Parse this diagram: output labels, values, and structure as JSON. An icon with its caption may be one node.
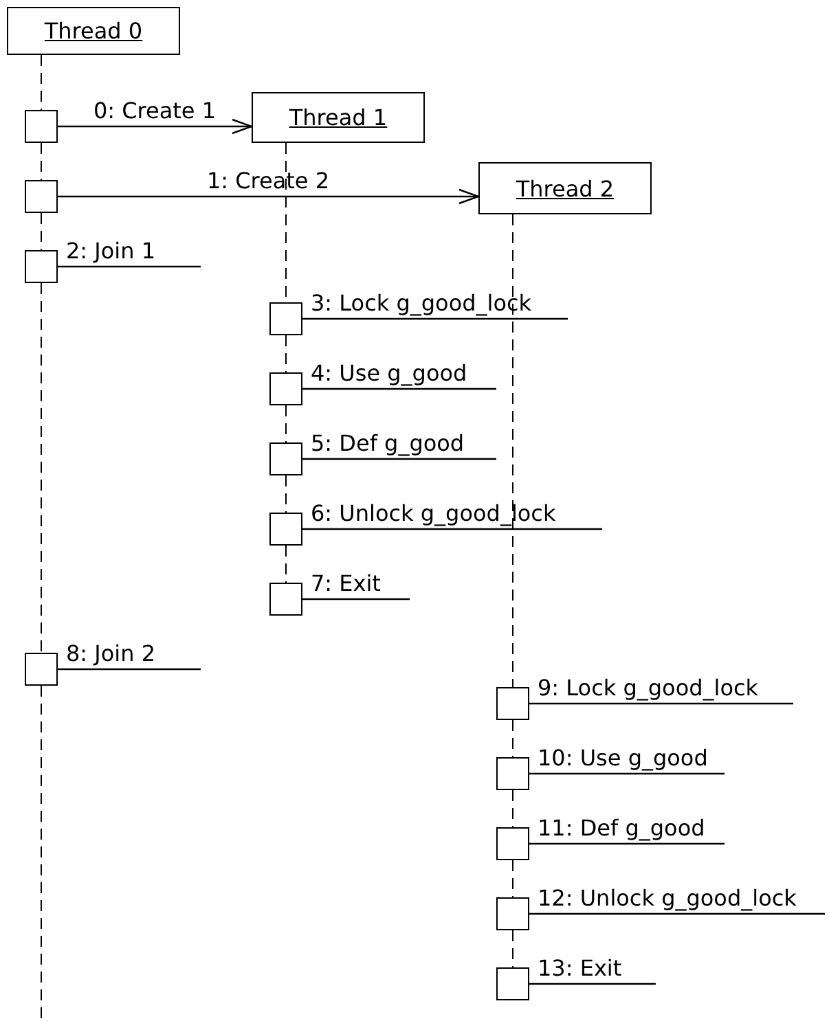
{
  "diagram": {
    "nodes": [
      {
        "text": [
          "Thread 0"
        ]
      },
      {
        "text": [],
        "shape": "box"
      },
      {
        "text": [
          "Thread 1"
        ]
      },
      {
        "text": [],
        "shape": "box"
      },
      {
        "text": [
          "Thread 2"
        ]
      },
      {
        "text": [],
        "shape": "box"
      },
      {
        "text": [],
        "shape": "box"
      },
      {
        "text": [],
        "shape": "box"
      },
      {
        "text": [],
        "shape": "box"
      },
      {
        "text": [],
        "shape": "box"
      },
      {
        "text": [],
        "shape": "box"
      },
      {
        "text": [],
        "shape": "box"
      },
      {
        "text": [],
        "shape": "box"
      },
      {
        "text": [],
        "shape": "box"
      },
      {
        "text": [],
        "shape": "box"
      },
      {
        "text": [],
        "shape": "box"
      },
      {
        "text": [],
        "shape": "box"
      }
    ],
    "edges": [
      {
        "from": 1,
        "to": 2,
        "arrow": "to",
        "label": "0: Create 1"
      },
      {
        "from": 3,
        "to": 4,
        "arrow": "to",
        "label": "1: Create 2"
      },
      {
        "from": 5,
        "to": null,
        "arrow": "none",
        "label": "2: Join 1"
      },
      {
        "from": 6,
        "to": null,
        "arrow": "none",
        "label": "3: Lock g_good_lock"
      },
      {
        "from": 7,
        "to": null,
        "arrow": "none",
        "label": "4: Use g_good"
      },
      {
        "from": 8,
        "to": null,
        "arrow": "none",
        "label": "5: Def g_good"
      },
      {
        "from": 9,
        "to": null,
        "arrow": "none",
        "label": "6: Unlock g_good_lock"
      },
      {
        "from": 10,
        "to": null,
        "arrow": "none",
        "label": "7: Exit"
      },
      {
        "from": 11,
        "to": null,
        "arrow": "none",
        "label": "8: Join 2"
      },
      {
        "from": 12,
        "to": null,
        "arrow": "none",
        "label": "9: Lock g_good_lock"
      },
      {
        "from": 13,
        "to": null,
        "arrow": "none",
        "label": "10: Use g_good"
      },
      {
        "from": 14,
        "to": null,
        "arrow": "none",
        "label": "11: Def g_good"
      },
      {
        "from": 15,
        "to": null,
        "arrow": "none",
        "label": "12: Unlock g_good_lock"
      },
      {
        "from": 16,
        "to": null,
        "arrow": "none",
        "label": "13: Exit"
      },
      {
        "from": 0,
        "to": 1,
        "arrow": "none",
        "style": "dashed"
      },
      {
        "from": 1,
        "to": 3,
        "arrow": "none",
        "style": "dashed"
      },
      {
        "from": 3,
        "to": 5,
        "arrow": "none",
        "style": "dashed"
      },
      {
        "from": 5,
        "to": 11,
        "arrow": "none",
        "style": "dashed"
      },
      {
        "from": 11,
        "to": null,
        "arrow": "none",
        "style": "dashed"
      },
      {
        "from": 2,
        "to": 6,
        "arrow": "none",
        "style": "dashed"
      },
      {
        "from": 6,
        "to": 7,
        "arrow": "none",
        "style": "dashed"
      },
      {
        "from": 7,
        "to": 8,
        "arrow": "none",
        "style": "dashed"
      },
      {
        "from": 8,
        "to": 9,
        "arrow": "none",
        "style": "dashed"
      },
      {
        "from": 9,
        "to": 10,
        "arrow": "none",
        "style": "dashed"
      },
      {
        "from": 4,
        "to": 12,
        "arrow": "none",
        "style": "dashed"
      },
      {
        "from": 12,
        "to": 13,
        "arrow": "none",
        "style": "dashed"
      },
      {
        "from": 13,
        "to": 14,
        "arrow": "none",
        "style": "dashed"
      },
      {
        "from": 14,
        "to": 15,
        "arrow": "none",
        "style": "dashed"
      },
      {
        "from": 15,
        "to": 16,
        "arrow": "none",
        "style": "dashed"
      }
    ]
  }
}
